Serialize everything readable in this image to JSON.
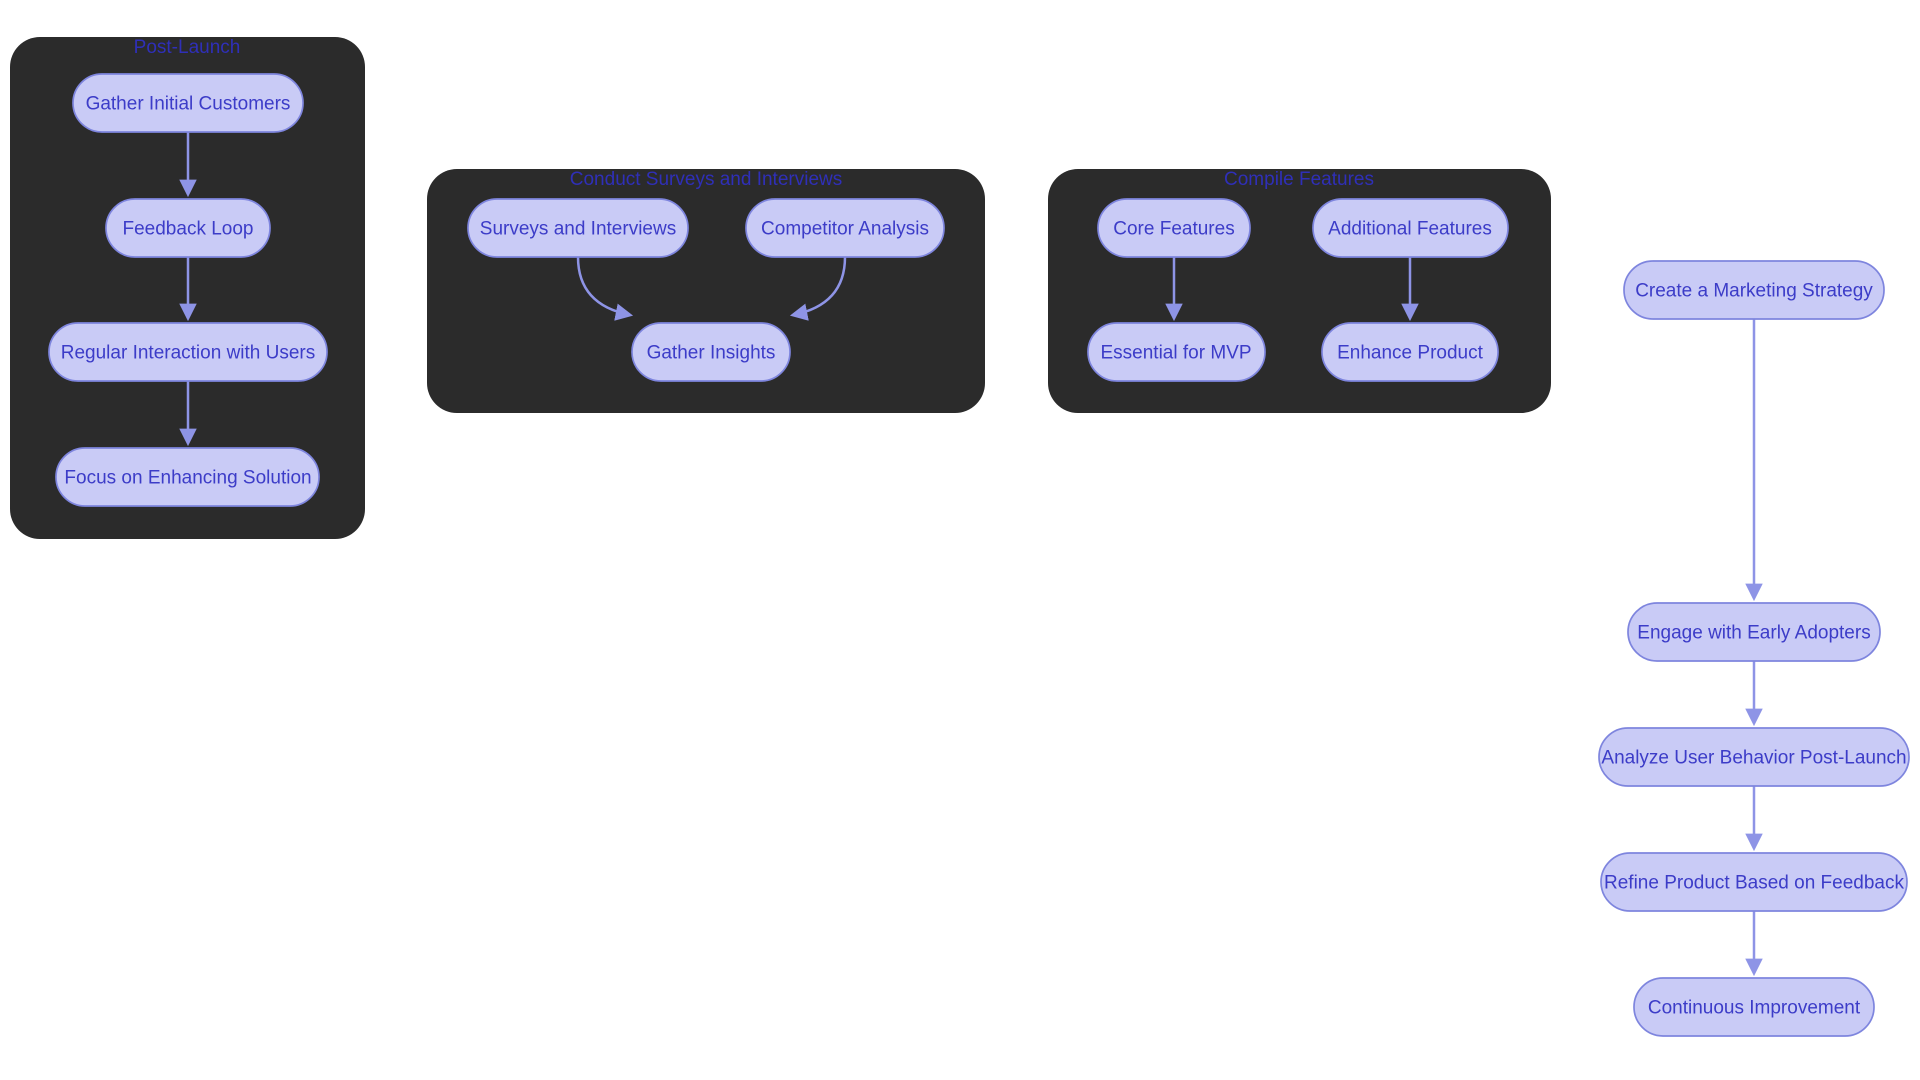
{
  "diagram": {
    "type": "flowchart",
    "direction": "top-down"
  },
  "palette": {
    "page_background": "#ffffff",
    "cluster_fill": "#2b2b2b",
    "cluster_title_color": "#2f2fb8",
    "node_fill": "#c9cbf6",
    "node_border": "#7e85de",
    "node_text_color": "#3c3cc8",
    "edge_color": "#8e94e6"
  },
  "clusters": [
    {
      "id": "post_launch",
      "title": "Post-Launch"
    },
    {
      "id": "conduct_surveys",
      "title": "Conduct Surveys and Interviews"
    },
    {
      "id": "compile_features",
      "title": "Compile Features"
    }
  ],
  "nodes": {
    "gather_initial_customers": "Gather Initial Customers",
    "feedback_loop": "Feedback Loop",
    "regular_interaction_with_users": "Regular Interaction with Users",
    "focus_on_enhancing_solution": "Focus on Enhancing Solution",
    "surveys_and_interviews": "Surveys and Interviews",
    "competitor_analysis": "Competitor Analysis",
    "gather_insights": "Gather Insights",
    "core_features": "Core Features",
    "additional_features": "Additional Features",
    "essential_for_mvp": "Essential for MVP",
    "enhance_product": "Enhance Product",
    "create_a_marketing_strategy": "Create a Marketing Strategy",
    "engage_with_early_adopters": "Engage with Early Adopters",
    "analyze_user_behavior_post_launch": "Analyze User Behavior Post-Launch",
    "refine_product_based_on_feedback": "Refine Product Based on Feedback",
    "continuous_improvement": "Continuous Improvement"
  },
  "edges": [
    {
      "from": "gather_initial_customers",
      "to": "feedback_loop"
    },
    {
      "from": "feedback_loop",
      "to": "regular_interaction_with_users"
    },
    {
      "from": "regular_interaction_with_users",
      "to": "focus_on_enhancing_solution"
    },
    {
      "from": "surveys_and_interviews",
      "to": "gather_insights"
    },
    {
      "from": "competitor_analysis",
      "to": "gather_insights"
    },
    {
      "from": "core_features",
      "to": "essential_for_mvp"
    },
    {
      "from": "additional_features",
      "to": "enhance_product"
    },
    {
      "from": "create_a_marketing_strategy",
      "to": "engage_with_early_adopters"
    },
    {
      "from": "engage_with_early_adopters",
      "to": "analyze_user_behavior_post_launch"
    },
    {
      "from": "analyze_user_behavior_post_launch",
      "to": "refine_product_based_on_feedback"
    },
    {
      "from": "refine_product_based_on_feedback",
      "to": "continuous_improvement"
    }
  ]
}
